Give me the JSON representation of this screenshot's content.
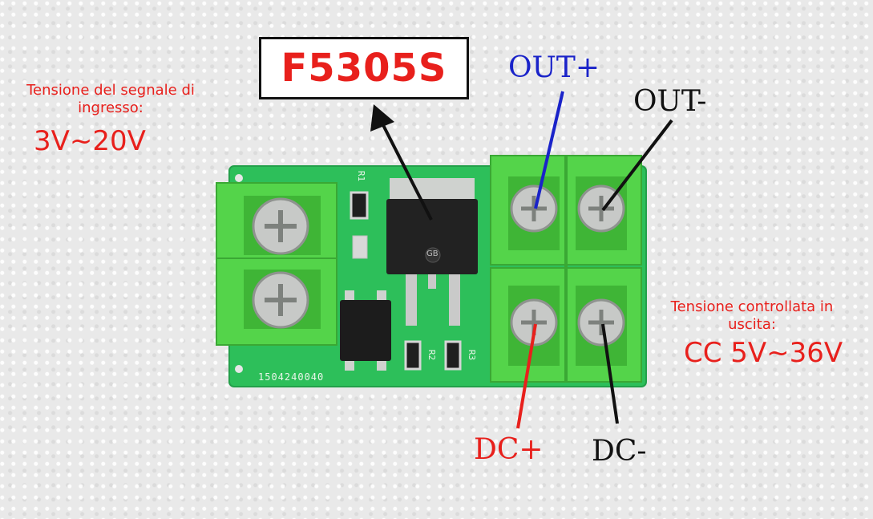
{
  "input_label": {
    "caption": "Tensione del segnale di ingresso:",
    "range": "3V~20V"
  },
  "output_label": {
    "caption": "Tensione controllata in uscita:",
    "range": "CC 5V~36V"
  },
  "chip": {
    "name": "F5305S"
  },
  "terminals": {
    "out_plus": "OUT+",
    "out_minus": "OUT-",
    "dc_plus": "DC+",
    "dc_minus": "DC-"
  },
  "pcb": {
    "serial": "1504240040",
    "resistors": [
      "R1",
      "R2",
      "R3"
    ],
    "mosfet_mark": "GB"
  },
  "colors": {
    "label_red": "#e8201c",
    "label_blue": "#1a23c9",
    "label_black": "#111111",
    "pcb_green": "#2dbf5a",
    "terminal_green": "#54d44a"
  }
}
